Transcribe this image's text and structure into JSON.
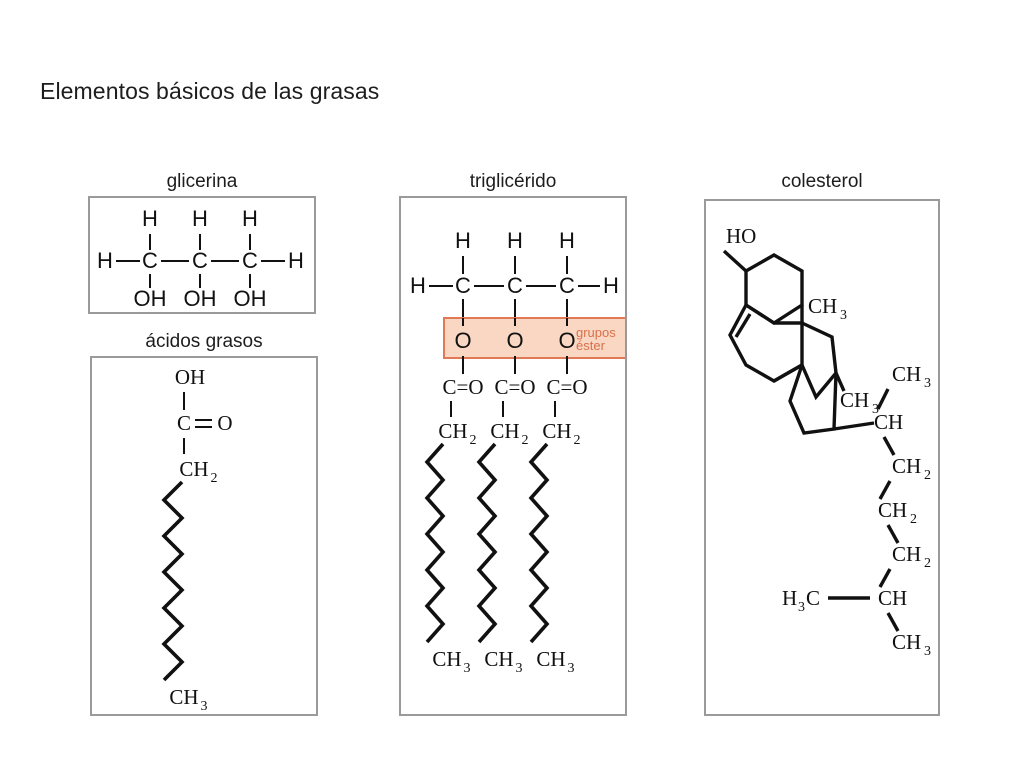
{
  "slide": {
    "title": "Elementos básicos de las grasas",
    "background_color": "#ffffff",
    "panel_border_color": "#9a9a9a"
  },
  "panels": [
    {
      "id": "glicerina",
      "label": "glicerina",
      "molecule": "glycerol",
      "top_atoms": [
        "H",
        "H",
        "H"
      ],
      "backbone_atoms": [
        "C",
        "C",
        "C"
      ],
      "left_terminal": "H",
      "right_terminal": "H",
      "bottom_groups": [
        "OH",
        "OH",
        "OH"
      ]
    },
    {
      "id": "acidos-grasos",
      "label": "ácidos grasos",
      "molecule": "fatty acid",
      "chain_labels": [
        "OH",
        "C",
        "O",
        "CH",
        "CH"
      ],
      "head_hydroxyl": "OH",
      "carbonyl_carbon": "C",
      "carbonyl_oxygen": "O",
      "first_methylene": "CH",
      "first_methylene_sub": "2",
      "terminal_methyl": "CH",
      "terminal_methyl_sub": "3",
      "zigzag_segments": 15
    },
    {
      "id": "triglicerido",
      "label": "triglicérido",
      "molecule": "triglyceride",
      "top_atoms": [
        "H",
        "H",
        "H"
      ],
      "backbone_atoms": [
        "C",
        "C",
        "C"
      ],
      "left_terminal": "H",
      "right_terminal": "H",
      "ester_oxygens": [
        "O",
        "O",
        "O"
      ],
      "carbonyls": [
        "C=O",
        "C=O",
        "C=O"
      ],
      "methylenes": [
        "CH",
        "CH",
        "CH"
      ],
      "methylene_sub": "2",
      "terminal_methyls": [
        "CH",
        "CH",
        "CH"
      ],
      "terminal_methyl_sub": "3",
      "annotation": {
        "line1": "grupos",
        "line2": "éster",
        "fill_color": "#f9d7c2",
        "border_color": "#e07a56",
        "text_color": "#d9704c"
      },
      "zigzag_segments": 13
    },
    {
      "id": "colesterol",
      "label": "colesterol",
      "molecule": "cholesterol",
      "hydroxyl": "HO",
      "methyl_c18": "CH",
      "methyl_c18_sub": "3",
      "methyl_c19": "CH",
      "methyl_c19_sub": "3",
      "side_chain": [
        {
          "label": "CH",
          "sub": "3"
        },
        {
          "label": "CH",
          "sub": ""
        },
        {
          "label": "CH",
          "sub": "2"
        },
        {
          "label": "CH",
          "sub": "2"
        },
        {
          "label": "CH",
          "sub": "2"
        },
        {
          "label": "CH",
          "sub": ""
        },
        {
          "label": "CH",
          "sub": "3"
        }
      ],
      "isopropyl_methyl": "H",
      "isopropyl_methyl_sub": "3",
      "isopropyl_methyl_tail": "C",
      "ring_count": 4,
      "has_double_bond": true
    }
  ]
}
